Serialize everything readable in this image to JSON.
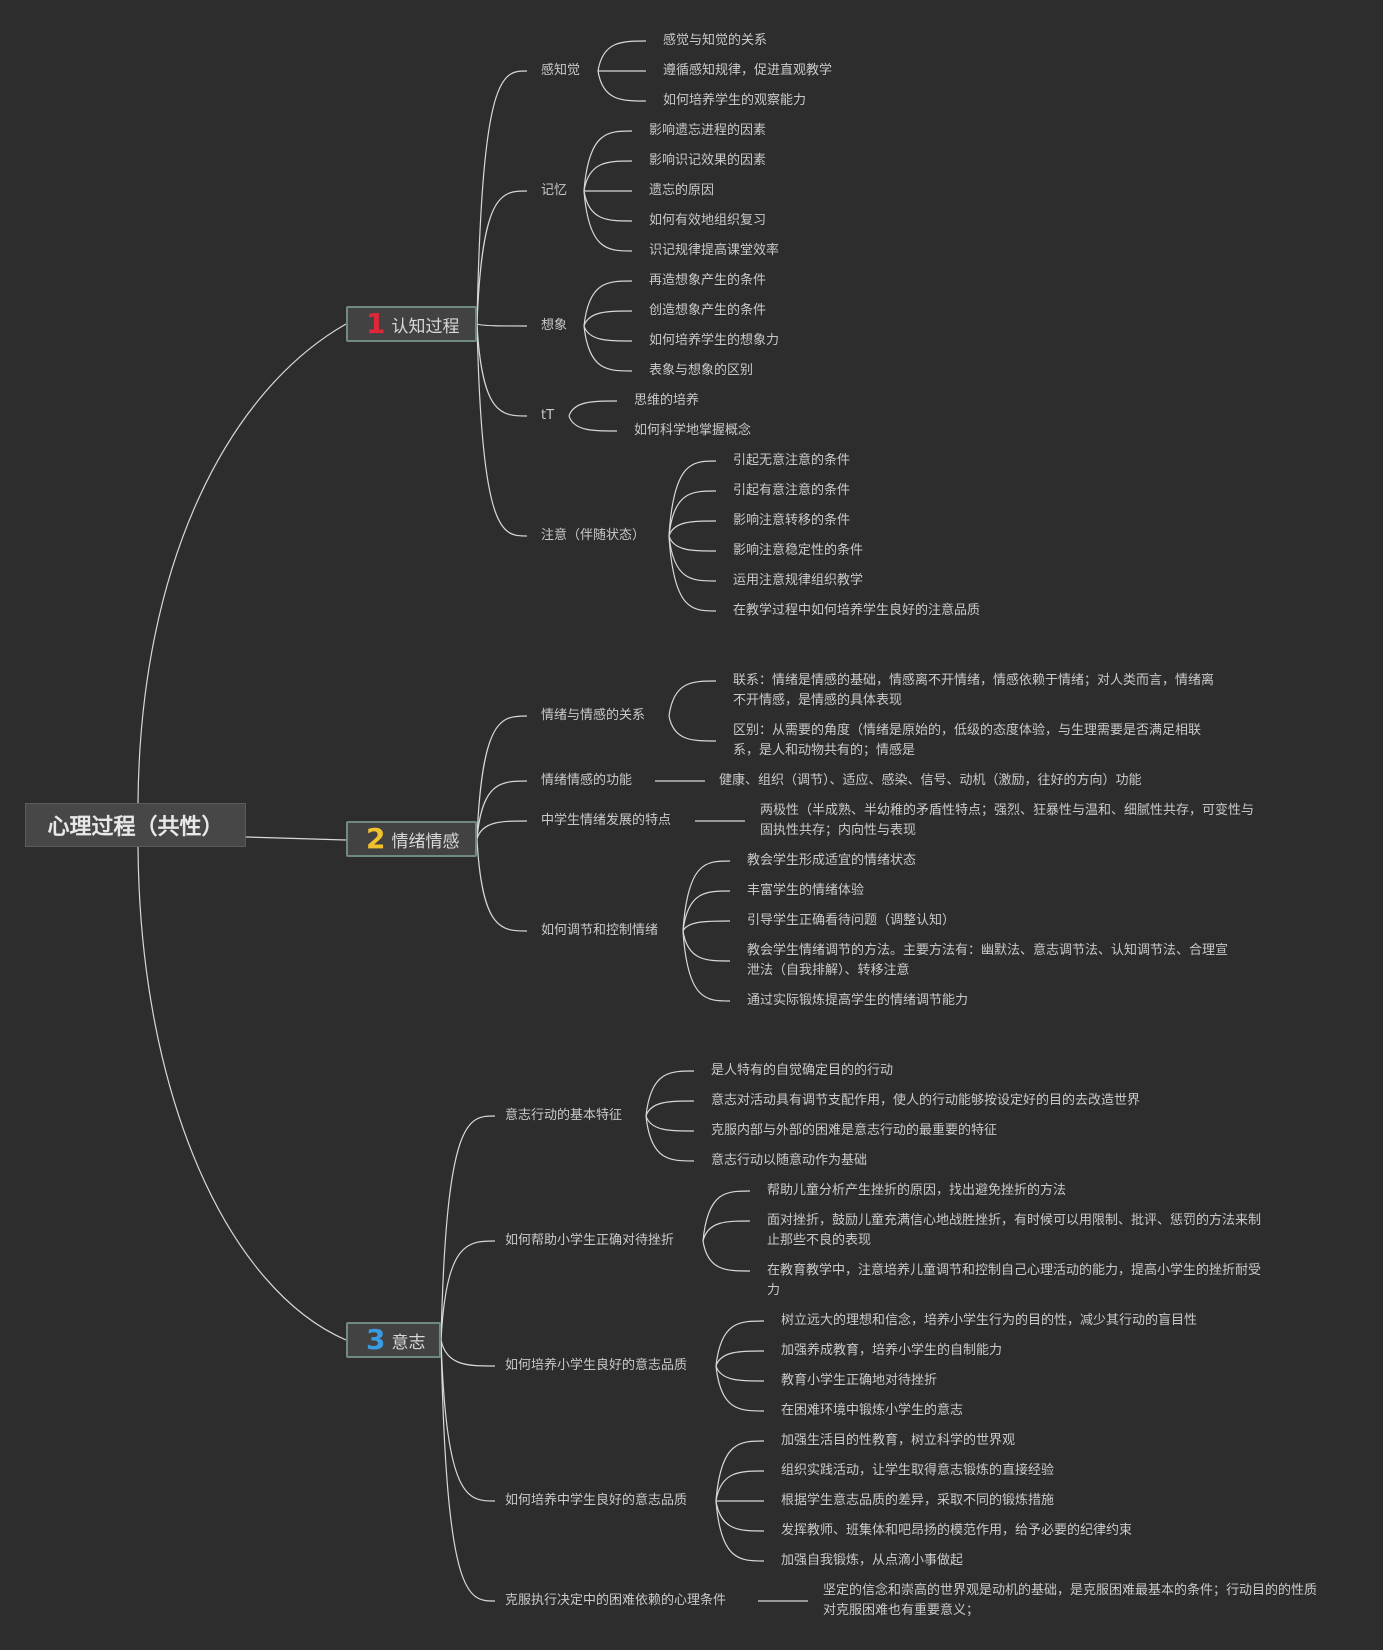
{
  "root": {
    "label": "心理过程（共性）"
  },
  "main": [
    {
      "number": "1",
      "number_color": "#e0273a",
      "label": "认知过程",
      "branches": [
        {
          "label": "感知觉",
          "leaves": [
            "感觉与知觉的关系",
            "遵循感知规律，促进直观教学",
            "如何培养学生的观察能力"
          ]
        },
        {
          "label": "记忆",
          "leaves": [
            "影响遗忘进程的因素",
            "影响识记效果的因素",
            "遗忘的原因",
            "如何有效地组织复习",
            "识记规律提高课堂效率"
          ]
        },
        {
          "label": "想象",
          "leaves": [
            "再造想象产生的条件",
            "创造想象产生的条件",
            "如何培养学生的想象力",
            "表象与想象的区别"
          ]
        },
        {
          "label": "tT",
          "leaves": [
            "思维的培养",
            "如何科学地掌握概念"
          ]
        },
        {
          "label": "注意（伴随状态）",
          "leaves": [
            "引起无意注意的条件",
            "引起有意注意的条件",
            "影响注意转移的条件",
            "影响注意稳定性的条件",
            "运用注意规律组织教学",
            "在教学过程中如何培养学生良好的注意品质"
          ]
        }
      ]
    },
    {
      "number": "2",
      "number_color": "#f2c12e",
      "label": "情绪情感",
      "branches": [
        {
          "label": "情绪与情感的关系",
          "leaves": [
            "联系：情绪是情感的基础，情感离不开情绪，情感依赖于情绪；对人类而言，情绪离不开情感，是情感的具体表现",
            "区别：从需要的角度（情绪是原始的，低级的态度体验，与生理需要是否满足相联系，是人和动物共有的；情感是"
          ]
        },
        {
          "label": "情绪情感的功能",
          "leaves": [
            "健康、组织（调节）、适应、感染、信号、动机（激励，往好的方向）功能"
          ]
        },
        {
          "label": "中学生情绪发展的特点",
          "leaves": [
            "两极性（半成熟、半幼稚的矛盾性特点；强烈、狂暴性与温和、细腻性共存，可变性与固执性共存；内向性与表现"
          ]
        },
        {
          "label": "如何调节和控制情绪",
          "leaves": [
            "教会学生形成适宜的情绪状态",
            "丰富学生的情绪体验",
            "引导学生正确看待问题（调整认知）",
            "教会学生情绪调节的方法。主要方法有：幽默法、意志调节法、认知调节法、合理宣泄法（自我排解）、转移注意",
            "通过实际锻炼提高学生的情绪调节能力"
          ]
        }
      ]
    },
    {
      "number": "3",
      "number_color": "#3b9be0",
      "label": "意志",
      "branches": [
        {
          "label": "意志行动的基本特征",
          "leaves": [
            "是人特有的自觉确定目的的行动",
            "意志对活动具有调节支配作用，使人的行动能够按设定好的目的去改造世界",
            "克服内部与外部的困难是意志行动的最重要的特征",
            "意志行动以随意动作为基础"
          ]
        },
        {
          "label": "如何帮助小学生正确对待挫折",
          "leaves": [
            "帮助儿童分析产生挫折的原因，找出避免挫折的方法",
            "面对挫折，鼓励儿童充满信心地战胜挫折，有时候可以用限制、批评、惩罚的方法来制止那些不良的表现",
            "在教育教学中，注意培养儿童调节和控制自己心理活动的能力，提高小学生的挫折耐受力"
          ]
        },
        {
          "label": "如何培养小学生良好的意志品质",
          "leaves": [
            "树立远大的理想和信念，培养小学生行为的目的性，减少其行动的盲目性",
            "加强养成教育，培养小学生的自制能力",
            "教育小学生正确地对待挫折",
            "在困难环境中锻炼小学生的意志"
          ]
        },
        {
          "label": "如何培养中学生良好的意志品质",
          "leaves": [
            "加强生活目的性教育，树立科学的世界观",
            "组织实践活动，让学生取得意志锻炼的直接经验",
            "根据学生意志品质的差异，采取不同的锻炼措施",
            "发挥教师、班集体和吧昂扬的模范作用，给予必要的纪律约束",
            "加强自我锻炼，从点滴小事做起"
          ]
        },
        {
          "label": "克服执行决定中的困难依赖的心理条件",
          "leaves": [
            "坚定的信念和崇高的世界观是动机的基础，是克服困难最基本的条件；行动目的的性质对克服困难也有重要意义；"
          ]
        }
      ]
    }
  ]
}
